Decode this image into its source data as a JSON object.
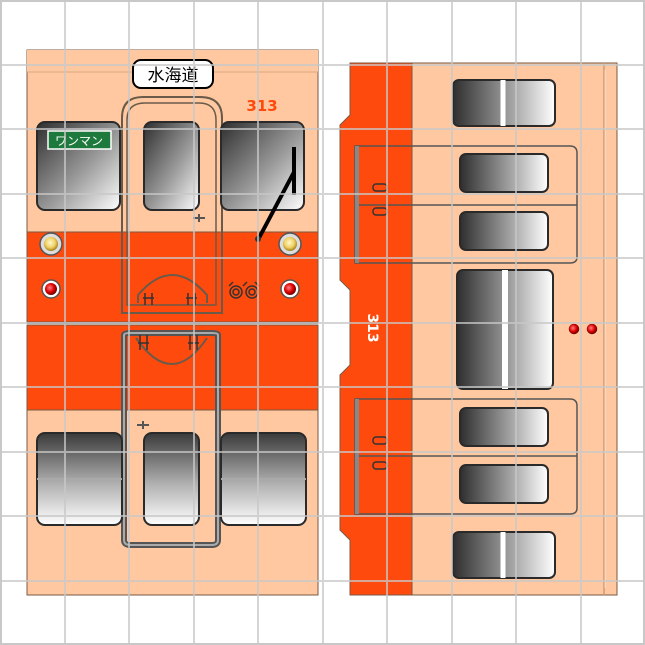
{
  "front_car": {
    "destination": "水海道",
    "car_number": "313",
    "one_man_sign": "ワンマン"
  },
  "side_car": {
    "car_number": "313"
  },
  "colors": {
    "cream": "#FFC8A0",
    "orange": "#FF4A0D",
    "grid": "#C8C8C8",
    "window_dark": "#3C3C3C",
    "sign_green": "#1E7A3C"
  }
}
